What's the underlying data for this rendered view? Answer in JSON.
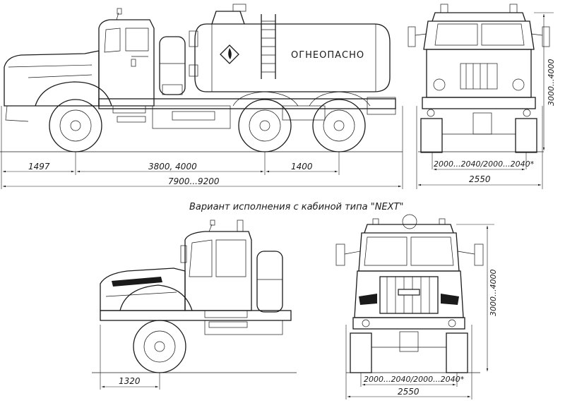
{
  "tank_label": "ОГНЕОПАСНО",
  "variant_caption": "Вариант исполнения с кабиной типа \"NEXT\"",
  "dimensions": {
    "front_overhang": "1497",
    "wheelbase": "3800, 4000",
    "rear_axle_spacing": "1400",
    "overall_length": "7900...9200",
    "track_top": "2000...2040/2000...2040*",
    "width_top": "2550",
    "height_top": "3000...4000",
    "front_overhang_next": "1320",
    "height_next": "3000...4000",
    "track_next": "2000...2040/2000...2040*",
    "width_next": "2550"
  }
}
